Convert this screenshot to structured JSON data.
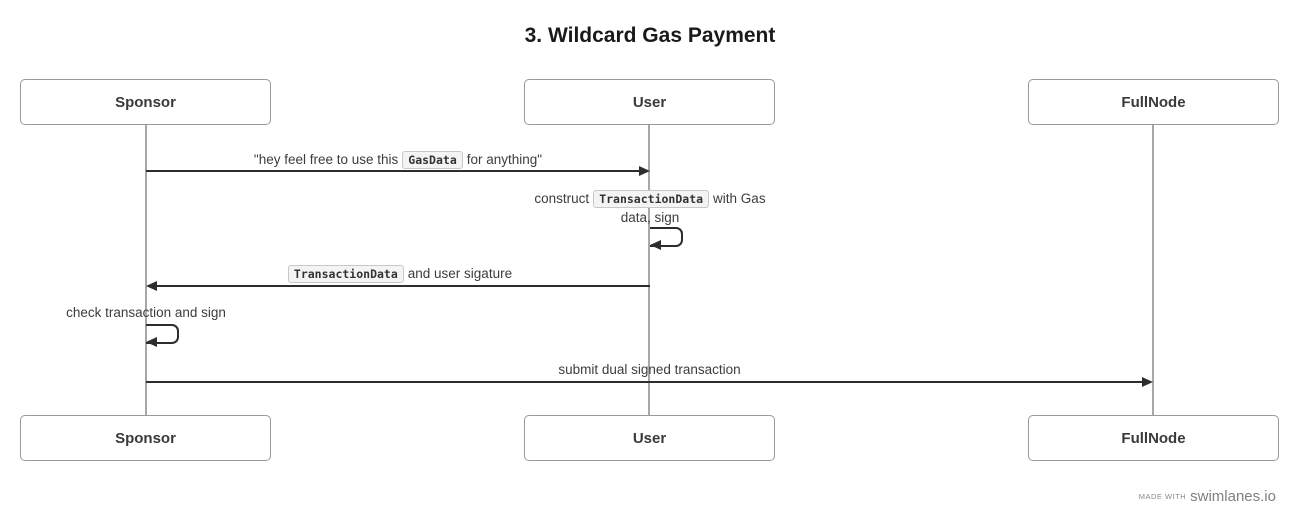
{
  "title": "3. Wildcard Gas Payment",
  "actors": {
    "sponsor": "Sponsor",
    "user": "User",
    "fullnode": "FullNode"
  },
  "messages": {
    "m1": {
      "from": "Sponsor",
      "to": "User",
      "prefix": "\"hey feel free to use this",
      "code": "GasData",
      "suffix": "for anything\""
    },
    "m2": {
      "from": "User",
      "to": "User",
      "prefix": "construct",
      "code": "TransactionData",
      "suffix": "with Gas data, sign"
    },
    "m3": {
      "from": "User",
      "to": "Sponsor",
      "code": "TransactionData",
      "suffix": "and user sigature"
    },
    "m4": {
      "from": "Sponsor",
      "to": "Sponsor",
      "text": "check transaction and sign"
    },
    "m5": {
      "from": "Sponsor",
      "to": "FullNode",
      "text": "submit dual signed transaction"
    }
  },
  "footer": {
    "made_with": "made with",
    "brand": "swimlanes.io"
  },
  "colors": {
    "arrow": "#2d2d2d",
    "lifeline": "#a8a8a8",
    "box_border": "#999999",
    "code_bg": "#f4f4f4",
    "code_border": "#c8c8c8"
  }
}
